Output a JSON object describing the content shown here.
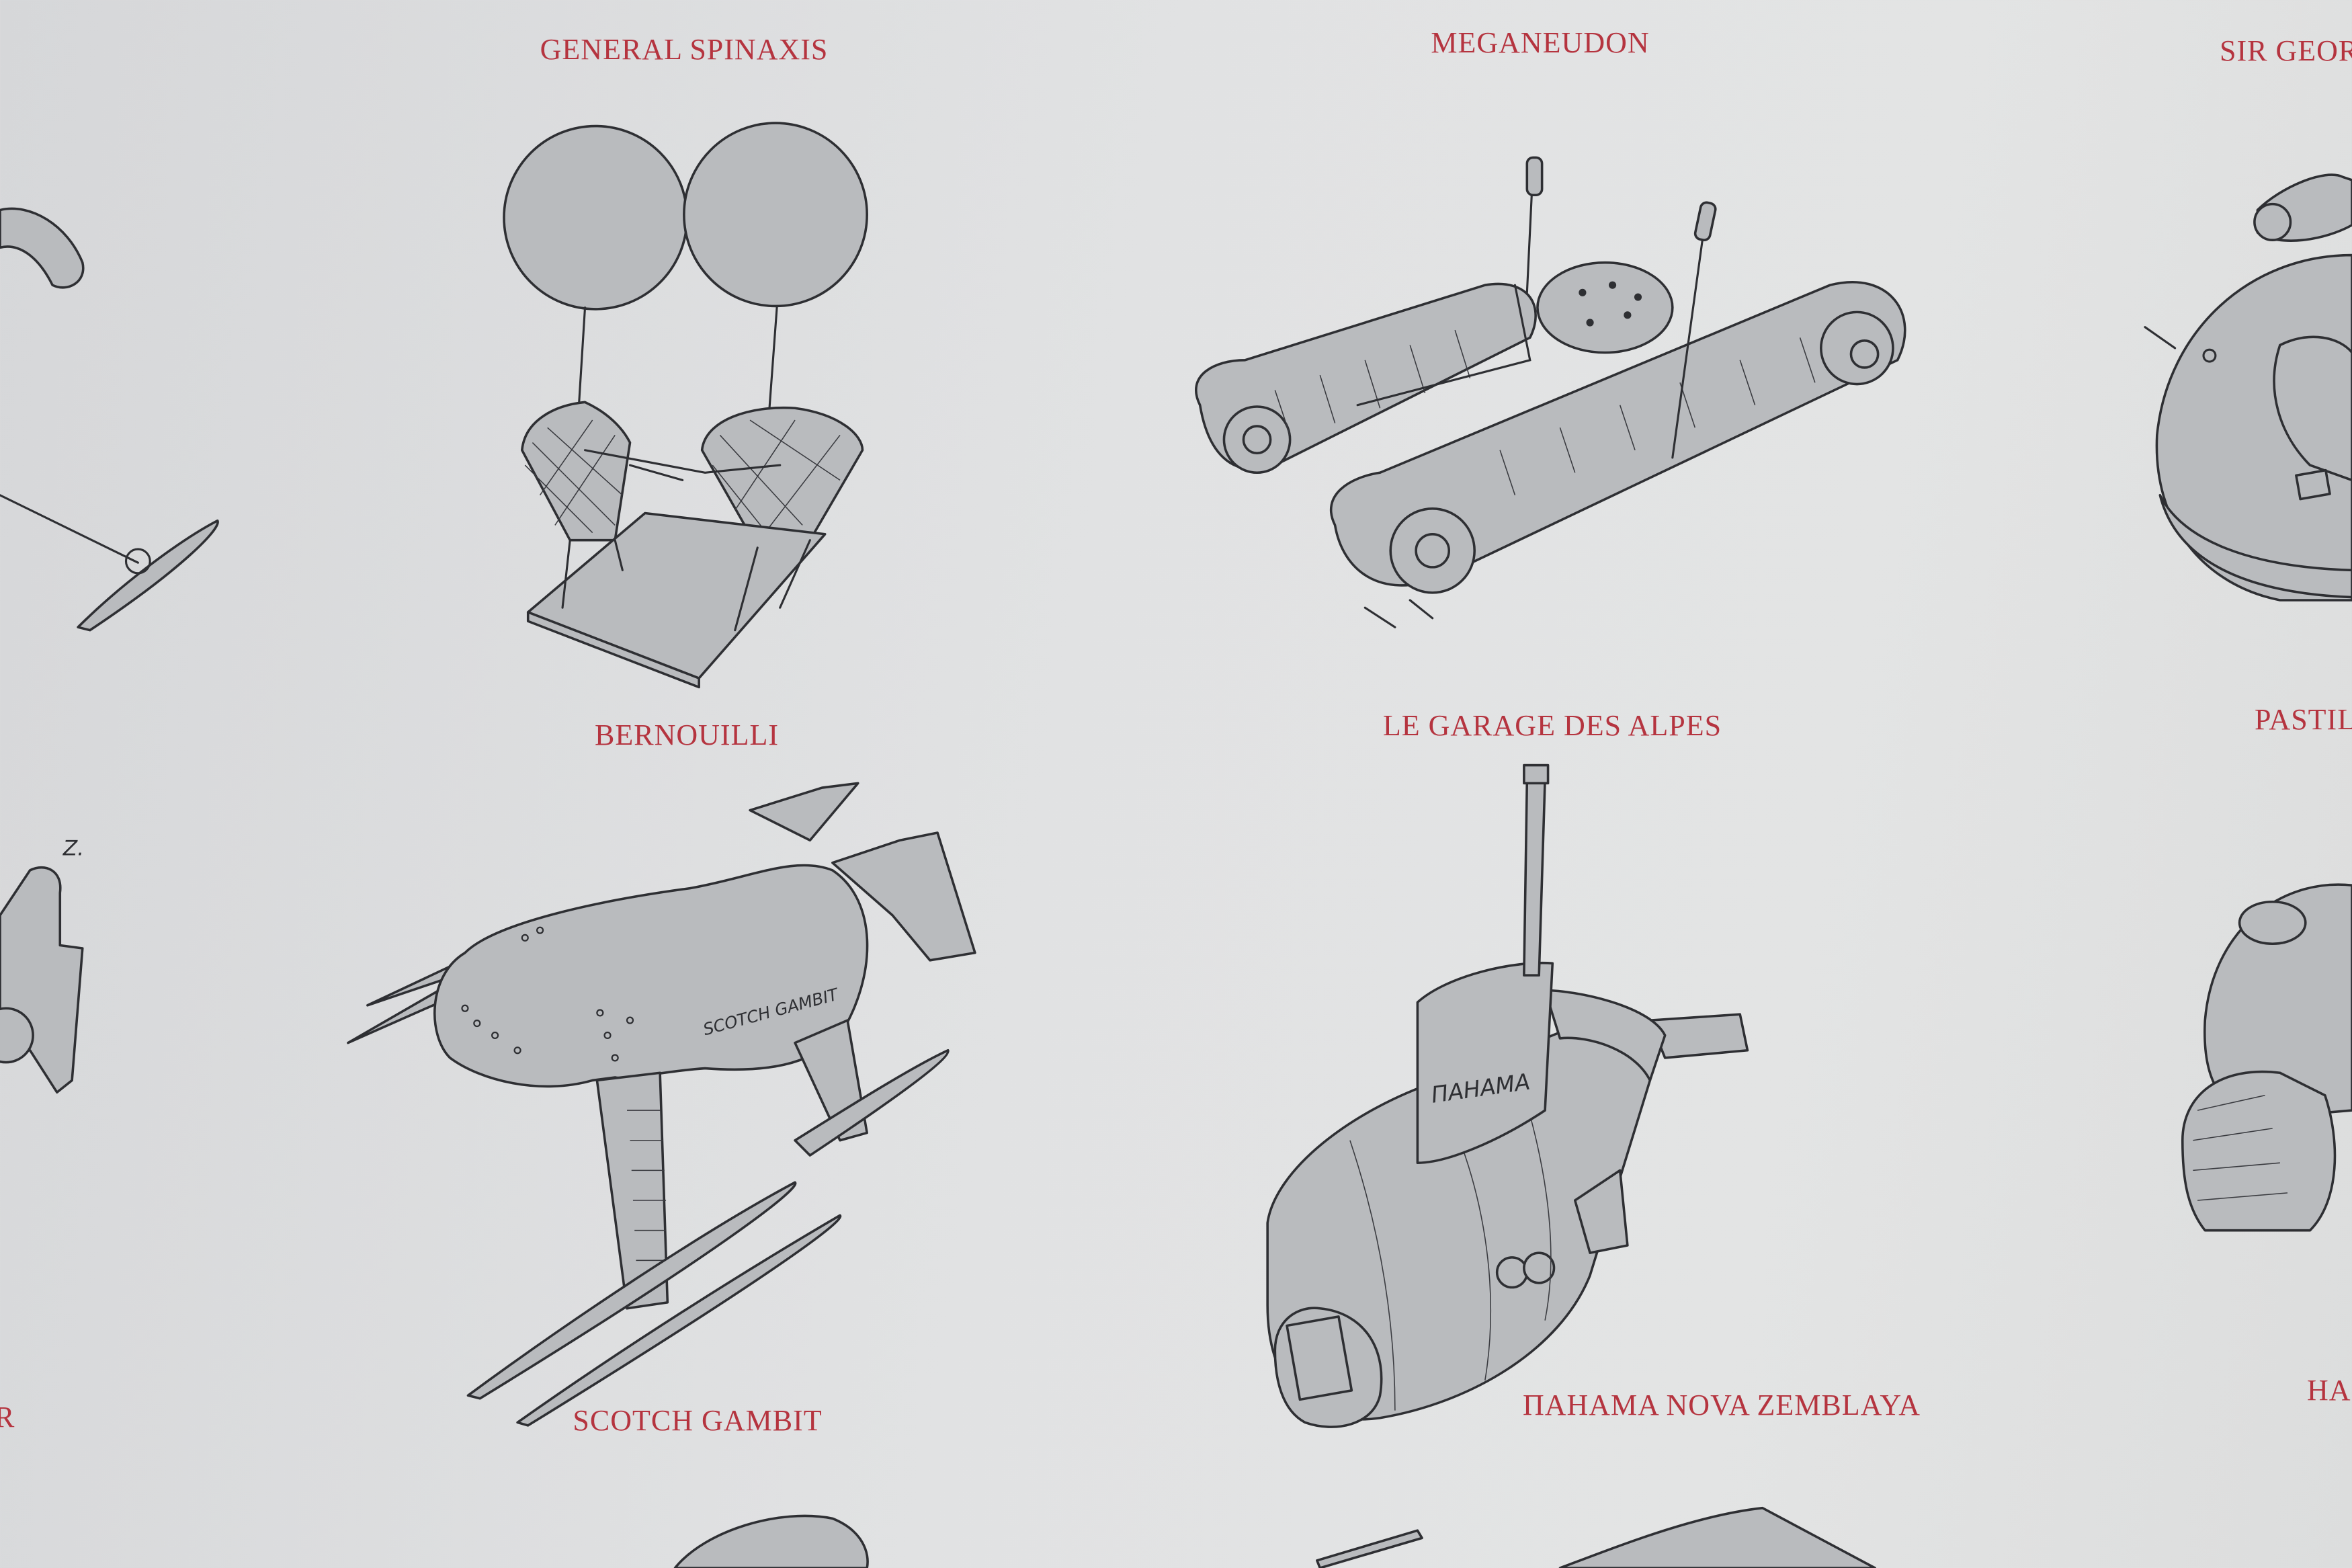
{
  "poster": {
    "labels": {
      "general_spinaxis": "GENERAL SPINAXIS",
      "meganeudon": "MEGANEUDON",
      "sir_george": "SIR GEOR",
      "bernouilli": "BERNOUILLI",
      "le_garage_des_alpes": "LE GARAGE DES ALPES",
      "pastil": "PASTIL",
      "left_edge": "R",
      "scotch_gambit": "SCOTCH GAMBIT",
      "pahama_nova_zemblaya": "ПAHAMA NOVA ZEMBLAYA",
      "ha": "HA"
    },
    "sketch_text": {
      "scotch_gambit_hull": "SCOTCH GAMBIT",
      "pahama_tower": "ПAHAMA",
      "z_mark": "Z."
    },
    "colors": {
      "label": "#b5343f",
      "paper": "#e1e2e3",
      "sketch_fill": "#b9bbbe",
      "ink": "#2e2f33"
    }
  }
}
